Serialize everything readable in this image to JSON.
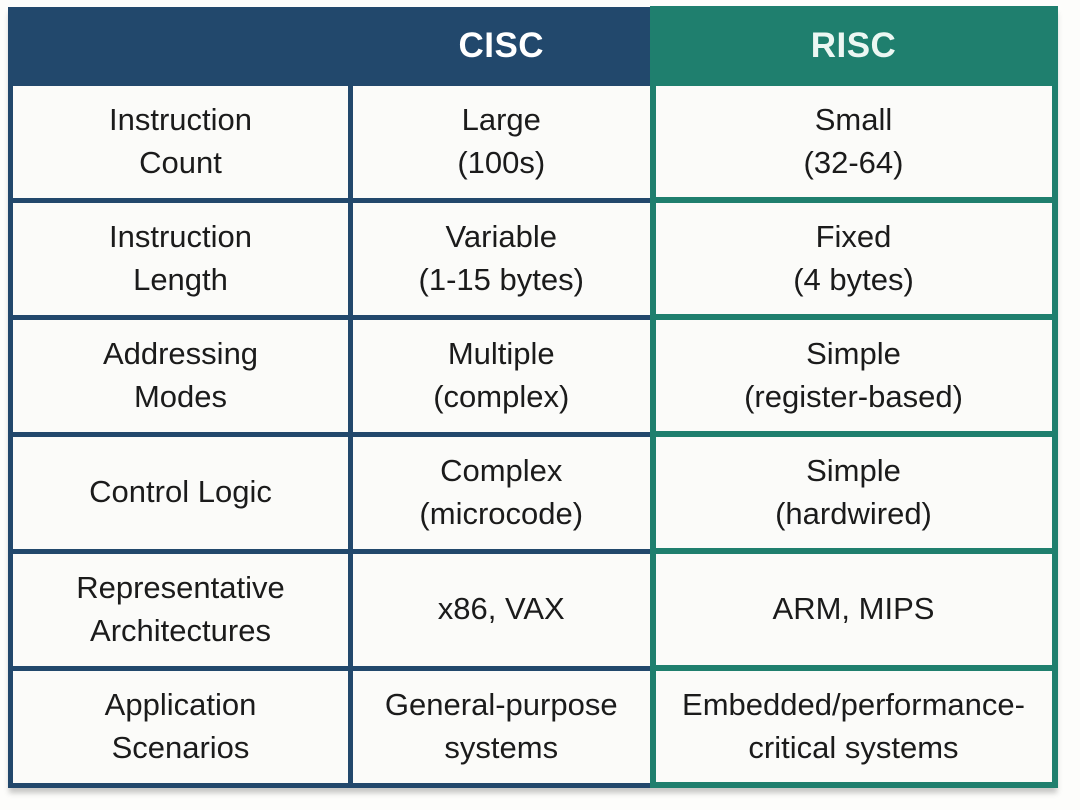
{
  "colors": {
    "navy_header": "#22486C",
    "teal_header": "#1F7F6E",
    "cell_background": "#FBFBF9",
    "header_text": "#FFFFFF",
    "body_text": "#1B1B1B"
  },
  "chart_data": {
    "type": "table",
    "columns": [
      "",
      "CISC",
      "RISC"
    ],
    "rows": [
      [
        "Instruction Count",
        "Large (100s)",
        "Small (32-64)"
      ],
      [
        "Instruction Length",
        "Variable (1-15 bytes)",
        "Fixed (4 bytes)"
      ],
      [
        "Addressing Modes",
        "Multiple (complex)",
        "Simple (register-based)"
      ],
      [
        "Control Logic",
        "Complex (microcode)",
        "Simple (hardwired)"
      ],
      [
        "Representative Architectures",
        "x86, VAX",
        "ARM, MIPS"
      ],
      [
        "Application Scenarios",
        "General-purpose systems",
        "Embedded/performance-critical systems"
      ]
    ],
    "layout": {
      "header_colors": [
        "#22486C",
        "#22486C",
        "#1F7F6E"
      ],
      "border_colors_by_column": [
        "#22486C",
        "#22486C",
        "#1F7F6E"
      ],
      "grid": "on"
    }
  },
  "display": {
    "header": {
      "feature": "",
      "cisc": "CISC",
      "risc": "RISC"
    },
    "rows": [
      {
        "feature": "Instruction\nCount",
        "cisc": "Large\n(100s)",
        "risc": "Small\n(32-64)"
      },
      {
        "feature": "Instruction\nLength",
        "cisc": "Variable\n(1-15 bytes)",
        "risc": "Fixed\n(4 bytes)"
      },
      {
        "feature": "Addressing\nModes",
        "cisc": "Multiple\n(complex)",
        "risc": "Simple\n(register-based)"
      },
      {
        "feature": "Control Logic",
        "cisc": "Complex\n(microcode)",
        "risc": "Simple\n(hardwired)"
      },
      {
        "feature": "Representative\nArchitectures",
        "cisc": "x86, VAX",
        "risc": "ARM, MIPS"
      },
      {
        "feature": "Application\nScenarios",
        "cisc": "General-purpose\nsystems",
        "risc": "Embedded/performance-\ncritical systems"
      }
    ]
  }
}
